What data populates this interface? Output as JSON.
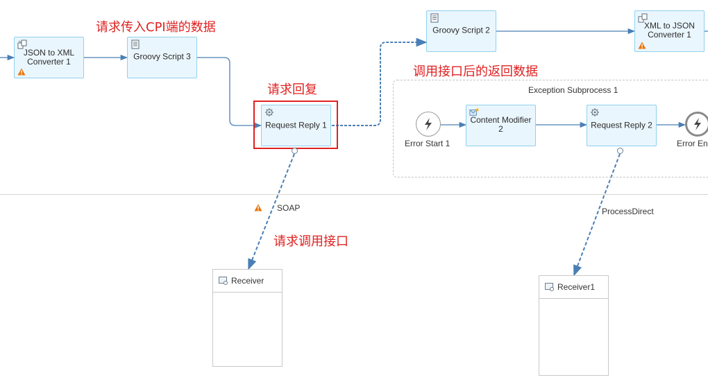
{
  "annotations": {
    "cpi_input": "请求传入CPI端的数据",
    "request_reply": "请求回复",
    "call_api": "请求调用接口",
    "returned_data": "调用接口后的返回数据"
  },
  "steps": {
    "json_to_xml": "JSON to XML\nConverter 1",
    "groovy3": "Groovy Script 3",
    "request_reply1": "Request Reply 1",
    "groovy2": "Groovy Script 2",
    "xml_to_json": "XML to JSON\nConverter 1",
    "content_modifier2": "Content Modifier\n2",
    "request_reply2": "Request Reply 2"
  },
  "subprocess": {
    "title": "Exception Subprocess 1",
    "error_start": "Error Start 1",
    "error_end": "Error En"
  },
  "connections": {
    "soap": "SOAP",
    "process_direct": "ProcessDirect"
  },
  "participants": {
    "receiver": "Receiver",
    "receiver1": "Receiver1"
  },
  "colors": {
    "flow_line": "#4a7fb5",
    "step_fill": "#eaf6fd",
    "step_border": "#8fd0ef",
    "annotation": "#e02020",
    "warning": "#e8740c"
  }
}
